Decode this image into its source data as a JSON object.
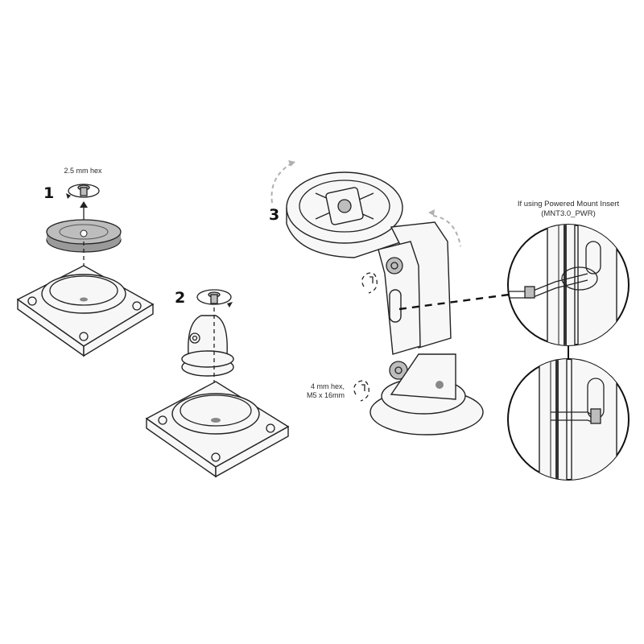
{
  "steps": {
    "step1": {
      "number": "1",
      "tool": "2.5 mm hex"
    },
    "step2": {
      "number": "2"
    },
    "step3": {
      "number": "3",
      "tool_line1": "4 mm hex,",
      "tool_line2": "M5 x 16mm"
    }
  },
  "detail": {
    "title_line1": "If using Powered Mount Insert",
    "title_line2": "(MNT3.0_PWR)"
  },
  "colors": {
    "line": "#222222",
    "fill_light": "#f7f7f7",
    "fill_grey": "#bdbdbd",
    "motion_arrow": "#b0b0b0"
  }
}
